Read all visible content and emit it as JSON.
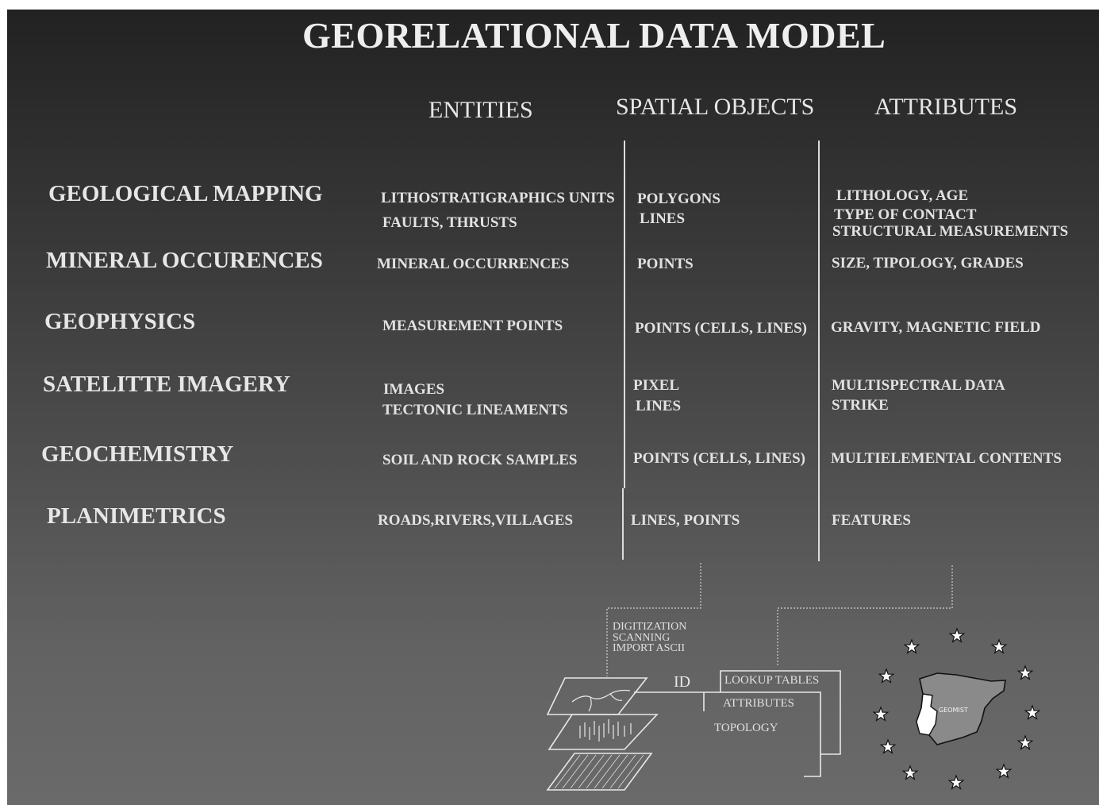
{
  "title": "GEORELATIONAL DATA MODEL",
  "columns": {
    "entities": "ENTITIES",
    "spatial_objects": "SPATIAL OBJECTS",
    "attributes": "ATTRIBUTES"
  },
  "rows": [
    {
      "domain": "GEOLOGICAL MAPPING",
      "entities": [
        "LITHOSTRATIGRAPHICS UNITS",
        "FAULTS, THRUSTS"
      ],
      "spatial": [
        "POLYGONS",
        "LINES"
      ],
      "attributes": [
        "LITHOLOGY, AGE",
        "TYPE OF CONTACT",
        "STRUCTURAL MEASUREMENTS"
      ]
    },
    {
      "domain": "MINERAL OCCURENCES",
      "entities": [
        "MINERAL OCCURRENCES"
      ],
      "spatial": [
        "POINTS"
      ],
      "attributes": [
        "SIZE, TIPOLOGY, GRADES"
      ]
    },
    {
      "domain": "GEOPHYSICS",
      "entities": [
        "MEASUREMENT POINTS"
      ],
      "spatial": [
        "POINTS (CELLS, LINES)"
      ],
      "attributes": [
        "GRAVITY, MAGNETIC FIELD"
      ]
    },
    {
      "domain": "SATELITTE IMAGERY",
      "entities": [
        "IMAGES",
        "TECTONIC LINEAMENTS"
      ],
      "spatial": [
        "PIXEL",
        "LINES"
      ],
      "attributes": [
        "MULTISPECTRAL DATA",
        "STRIKE"
      ]
    },
    {
      "domain": "GEOCHEMISTRY",
      "entities": [
        "SOIL  AND  ROCK SAMPLES"
      ],
      "spatial": [
        "POINTS (CELLS, LINES)"
      ],
      "attributes": [
        "MULTIELEMENTAL CONTENTS"
      ]
    },
    {
      "domain": "PLANIMETRICS",
      "entities": [
        "ROADS,RIVERS,VILLAGES"
      ],
      "spatial": [
        "LINES, POINTS"
      ],
      "attributes": [
        "FEATURES"
      ]
    }
  ],
  "schema": {
    "input_methods": [
      "DIGITIZATION",
      "SCANNING",
      "IMPORT ASCII"
    ],
    "id_label": "ID",
    "tables": [
      "LOOKUP TABLES",
      "ATTRIBUTES",
      "TOPOLOGY"
    ]
  },
  "logo": {
    "text": "GEOMIST",
    "star_icon": "star-icon"
  },
  "colors": {
    "background_top": "#222222",
    "background_bottom": "#6a6a6a",
    "text": "#e6e6e6"
  }
}
